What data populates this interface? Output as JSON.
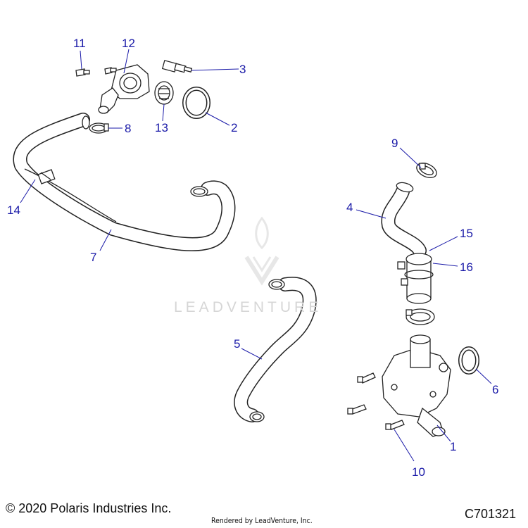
{
  "callouts": [
    {
      "id": "1",
      "text": "1"
    },
    {
      "id": "2",
      "text": "2"
    },
    {
      "id": "3",
      "text": "3"
    },
    {
      "id": "4",
      "text": "4"
    },
    {
      "id": "5",
      "text": "5"
    },
    {
      "id": "6",
      "text": "6"
    },
    {
      "id": "7",
      "text": "7"
    },
    {
      "id": "8",
      "text": "8"
    },
    {
      "id": "9",
      "text": "9"
    },
    {
      "id": "10",
      "text": "10"
    },
    {
      "id": "11",
      "text": "11"
    },
    {
      "id": "12",
      "text": "12"
    },
    {
      "id": "13",
      "text": "13"
    },
    {
      "id": "14",
      "text": "14"
    },
    {
      "id": "15",
      "text": "15"
    },
    {
      "id": "16",
      "text": "16"
    }
  ],
  "watermark": "LEADVENTURE",
  "footer": {
    "copyright": "© 2020 Polaris Industries Inc.",
    "rendered_by": "Rendered by LeadVenture, Inc.",
    "diagram_id": "C701321"
  },
  "colors": {
    "callout_text": "#1a1aa8",
    "leader_line": "#1a1aa8",
    "part_outline": "#222222",
    "watermark": "#d6d6d6"
  }
}
